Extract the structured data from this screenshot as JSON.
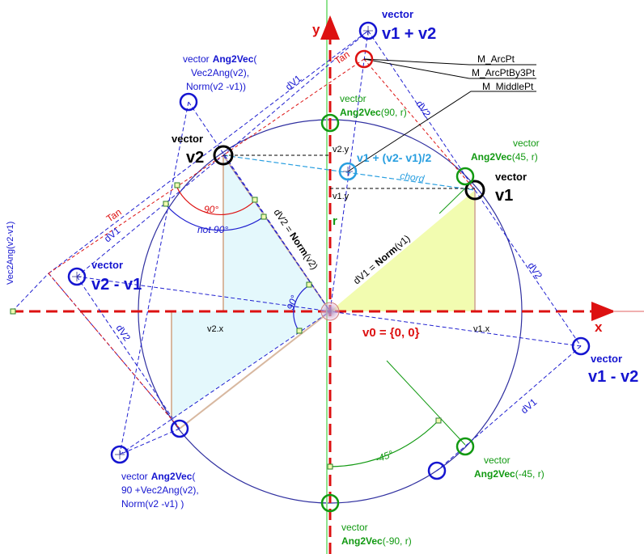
{
  "colors": {
    "blue": "#1515d0",
    "red": "#dd1111",
    "green": "#119911",
    "cyan": "#2a9fe0",
    "black": "#000000",
    "yellow_fill": "#f2fcb0",
    "cyan_fill": "#e4f8fc",
    "tan_line": "#d8b8a0"
  },
  "axes": {
    "x": "x",
    "y": "y",
    "r": "r"
  },
  "origin": {
    "label": "v0 = {0, 0}"
  },
  "points": {
    "v1": {
      "line1": "vector",
      "line2": "v1"
    },
    "v2": {
      "line1": "vector",
      "line2": "v2"
    },
    "sum": {
      "line1": "vector",
      "line2": "v1 + v2"
    },
    "diff": {
      "line1": "vector",
      "line2": "v1 - v2"
    },
    "diff21": {
      "line1": "vector",
      "line2": "v2 - v1"
    },
    "mid": {
      "label": "v1 + (v2- v1)/2"
    }
  },
  "ang2vec": {
    "a90": {
      "line1": "vector",
      "func": "Ang2Vec",
      "args": "(90, r)"
    },
    "a45": {
      "line1": "vector",
      "func": "Ang2Vec",
      "args": "(45, r)"
    },
    "am45": {
      "line1": "vector",
      "func": "Ang2Vec",
      "args": "(-45, r)"
    },
    "am90": {
      "line1": "vector",
      "func": "Ang2Vec",
      "args": "(-90, r)"
    },
    "top_left": {
      "line1": "vector",
      "func": "Ang2Vec",
      "paren": "(",
      "line2": "Vec2Ang(v2),",
      "line3": "Norm(v2 -v1))"
    },
    "bottom_left": {
      "line1": "vector",
      "func": "Ang2Vec",
      "paren": "(",
      "line2": "90 +Vec2Ang(v2),",
      "line3": "Norm(v2 -v1) )"
    }
  },
  "labels": {
    "m_arcpt": "M_ArcPt",
    "m_arcptby3pt": "M_ArcPtBy3Pt",
    "m_middlept": "M_MiddlePt",
    "tan": "Tan",
    "chord": "chord",
    "dv1": "dV1",
    "dv2": "dV2",
    "dv1_norm_prefix": "dV1 = ",
    "dv2_norm_prefix": "dV2 = ",
    "norm_bold": "Norm",
    "dv1_norm_arg": "(v1)",
    "dv2_norm_arg": "(v2)",
    "angle_90": "90°",
    "not_90": "not 90°",
    "angle_m45": "-45°",
    "v2x": "v2.x",
    "v2y": "v2.y",
    "v1x": "v1.x",
    "v1y": "v1.y",
    "vec2ang_side": "Vec2Ang(v2-v1)"
  }
}
